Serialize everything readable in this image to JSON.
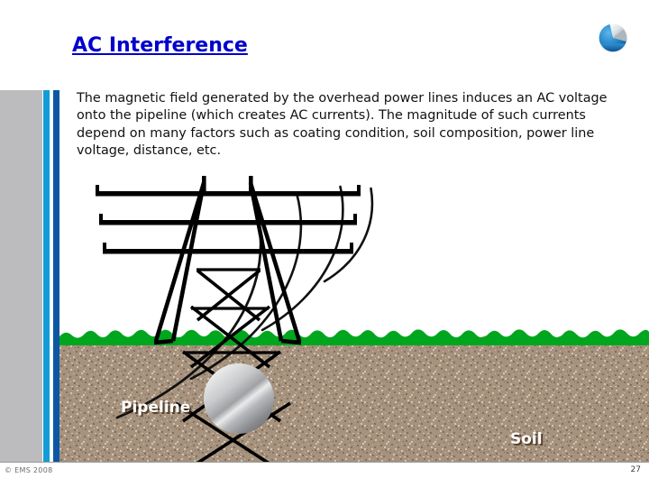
{
  "slide": {
    "title": "AC Interference",
    "body": "The magnetic field generated by the overhead power lines induces an AC voltage onto the pipeline (which creates AC currents).  The magnitude of such currents depend on many factors such as coating condition, soil composition, power line voltage, distance, etc.",
    "figure": {
      "labels": {
        "pipeline": "Pipeline",
        "soil": "Soil"
      },
      "elements": {
        "tower": "transmission-tower",
        "waves": "em-field-arcs",
        "pipe": "pipeline-cross-section",
        "grass": "grass-line",
        "ground": "soil-fill"
      },
      "wave_count": 4,
      "crossarm_count": 3
    },
    "logo": "ems-globe-logo",
    "footer": {
      "copyright": "© EMS 2008",
      "page_number": "27"
    },
    "colors": {
      "title": "#0000CC",
      "bar_gray": "#BCBCBE",
      "bar_cyan": "#129CD8",
      "bar_blue": "#0B57A4",
      "grass": "#00A61E",
      "soil": "#A4907C",
      "tower": "#000000",
      "label_text": "#FFFFFF",
      "logo_blue": "#1B6FC0",
      "logo_silver": "#D9DEE2",
      "background": "#FFFFFF"
    }
  }
}
